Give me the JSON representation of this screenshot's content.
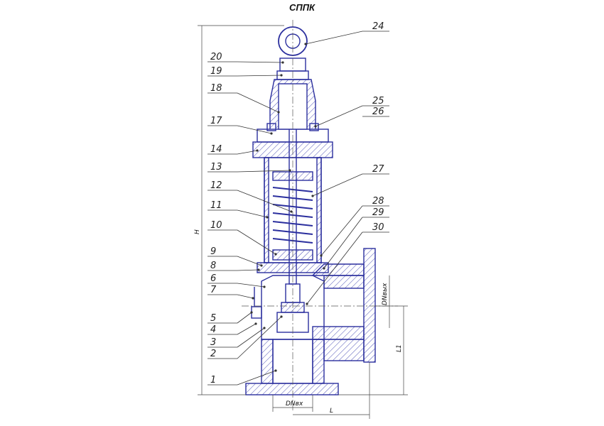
{
  "title": "СППК",
  "colors": {
    "outline": "#2b2f9e",
    "hatch": "#4a4fb5",
    "leader": "#333333",
    "dim": "#444444",
    "background": "#ffffff"
  },
  "callouts": {
    "left": [
      "20",
      "19",
      "18",
      "17",
      "14",
      "13",
      "12",
      "11",
      "10",
      "9",
      "8",
      "6",
      "7",
      "5",
      "4",
      "3",
      "2",
      "1"
    ],
    "right": [
      "24",
      "25",
      "26",
      "27",
      "28",
      "29",
      "30"
    ]
  },
  "dimensions": {
    "height": "H",
    "outlet_diameter": "DNвых",
    "inlet_diameter": "DNвх",
    "length": "L",
    "length_1": "L1"
  }
}
